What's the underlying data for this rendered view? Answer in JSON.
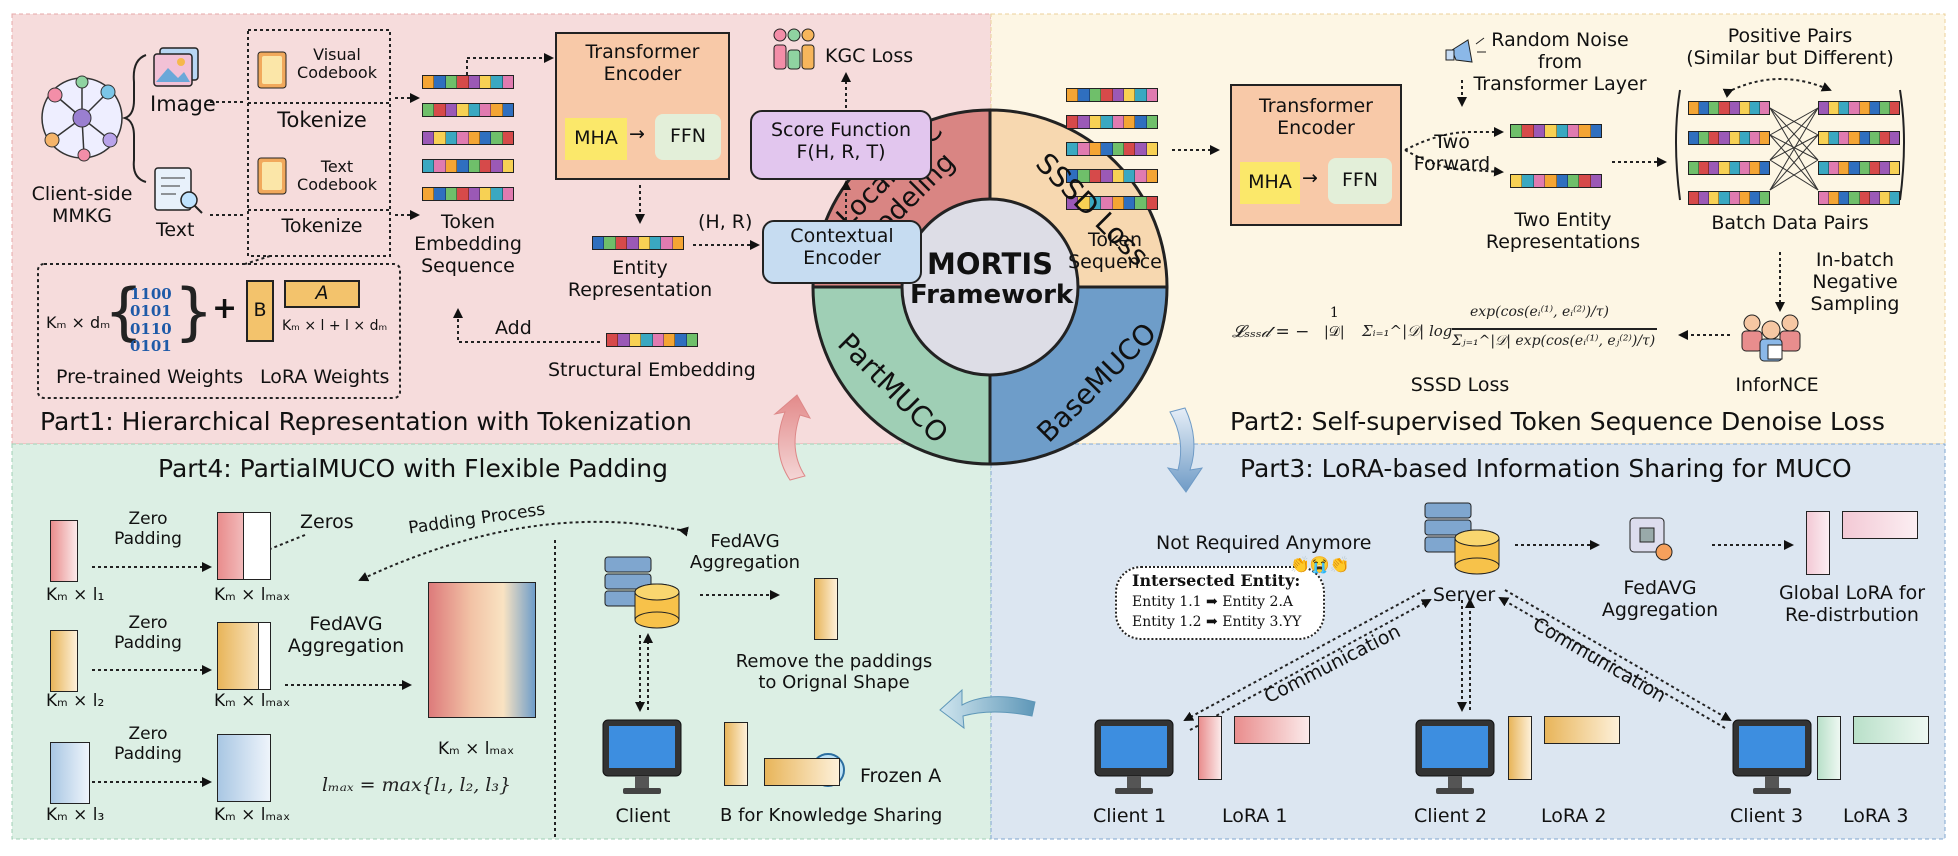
{
  "panels": {
    "part1_title": "Part1: Hierarchical Representation with Tokenization",
    "part2_title": "Part2: Self-supervised Token Sequence Denoise Loss",
    "part3_title": "Part3: LoRA-based Information Sharing for MUCO",
    "part4_title": "Part4: PartialMUCO with Flexible Padding"
  },
  "center": {
    "title_line1": "MORTIS",
    "title_line2": "Framework",
    "seg_local": "Local KGC\nModeling",
    "seg_sssd": "SSSD Loss",
    "seg_base": "BaseMUCO",
    "seg_part": "PartMUCO"
  },
  "part1": {
    "client_mmkg": "Client-side\nMMKG",
    "image": "Image",
    "text": "Text",
    "visual_codebook": "Visual\nCodebook",
    "text_codebook": "Text\nCodebook",
    "tokenize1": "Tokenize",
    "tokenize2": "Tokenize",
    "token_embedding_sequence": "Token\nEmbedding\nSequence",
    "transformer_encoder": "Transformer\nEncoder",
    "mha": "MHA",
    "ffn": "FFN",
    "kgc_loss": "KGC Loss",
    "score_function": "Score Function\nF(H, R, T)",
    "h_r": "(H, R)",
    "contextual_encoder": "Contextual\nEncoder",
    "entity_representation": "Entity\nRepresentation",
    "add": "Add",
    "structural_embedding": "Structural Embedding",
    "km_dm": "Kₘ × dₘ",
    "binary": "1100\n0101\n0110\n0101",
    "b": "B",
    "a": "A",
    "lora_dims": "Kₘ × l  + l × dₘ",
    "pretrained_weights": "Pre-trained Weights",
    "lora_weights": "LoRA Weights"
  },
  "part2": {
    "token_sequence": "Token\nSequence",
    "transformer_encoder": "Transformer\nEncoder",
    "mha": "MHA",
    "ffn": "FFN",
    "random_noise": "Random Noise\nfrom\nTransformer Layer",
    "two_forward": "Two\nForward",
    "two_entity": "Two Entity\nRepresentations",
    "positive_pairs": "Positive Pairs\n(Similar but Different)",
    "batch_data_pairs": "Batch  Data Pairs",
    "in_batch": "In-batch\nNegative\nSampling",
    "infornce": "InforNCE",
    "sssd_loss": "SSSD Loss",
    "formula_lhs": "𝓛ₛₛₛ𝒹 = −",
    "formula_frac": "1\n|𝒟|",
    "formula_sum": "Σᵢ₌₁^|𝒟| log",
    "formula_num": "exp(cos(eᵢ⁽¹⁾, eᵢ⁽²⁾)/τ)",
    "formula_den": "Σⱼ₌₁^|𝒟| exp(cos(eᵢ⁽¹⁾, eⱼ⁽²⁾)/τ)"
  },
  "part3": {
    "not_required": "Not Required Anymore",
    "intersected_title": "Intersected Entity:",
    "intersected_line1": "Entity 1.1 ➡ Entity 2.A",
    "intersected_line2": "Entity 1.2 ➡ Entity 3.YY",
    "server": "Server",
    "fedavg": "FedAVG\nAggregation",
    "global_lora": "Global LoRA for\nRe-distrbution",
    "communication1": "Communication",
    "communication2": "Communication",
    "client1": "Client 1",
    "lora1": "LoRA 1",
    "client2": "Client 2",
    "lora2": "LoRA 2",
    "client3": "Client 3",
    "lora3": "LoRA 3"
  },
  "part4": {
    "zero_padding1": "Zero\nPadding",
    "zero_padding2": "Zero\nPadding",
    "zero_padding3": "Zero\nPadding",
    "zeros": "Zeros",
    "padding_process": "Padding Process",
    "km_l1": "Kₘ × l₁",
    "km_l2": "Kₘ × l₂",
    "km_l3": "Kₘ × l₃",
    "km_lmax1": "Kₘ × lₘₐₓ",
    "km_lmax2": "Kₘ × lₘₐₓ",
    "km_lmax3": "Kₘ × lₘₐₓ",
    "km_lmax4": "Kₘ × lₘₐₓ",
    "fedavg": "FedAVG\nAggregation",
    "fedavg2": "FedAVG\nAggregation",
    "lmax_formula": "lₘₐₓ = max{l₁, l₂, l₃}",
    "remove_paddings": "Remove the paddings\nto Orignal Shape",
    "client": "Client",
    "frozen_a": "Frozen A",
    "b_knowledge": "B for Knowledge Sharing"
  },
  "colors": {
    "part1_bg": "#f6dcdc",
    "part2_bg": "#fdf6e4",
    "part3_bg": "#dce6f1",
    "part4_bg": "#dcefe4",
    "seg_local": "#d98583",
    "seg_sssd": "#f7d8b0",
    "seg_base": "#6e9dc9",
    "seg_part": "#9fcfb5",
    "center": "#dddde6",
    "transformer": "#f8c9a8",
    "mha": "#fbe86a",
    "ffn": "#e3efd9",
    "score": "#e2c6ee",
    "contextual": "#c6dcf1"
  },
  "icons": [
    "knowledge-graph-icon",
    "image-icon",
    "text-document-icon",
    "codebook-icon",
    "kgc-loss-icon",
    "speaker-noise-icon",
    "infornce-people-icon",
    "server-icon",
    "fedavg-chip-icon",
    "monitor-icon",
    "snowflake-icon",
    "clap-emoji-icon"
  ]
}
